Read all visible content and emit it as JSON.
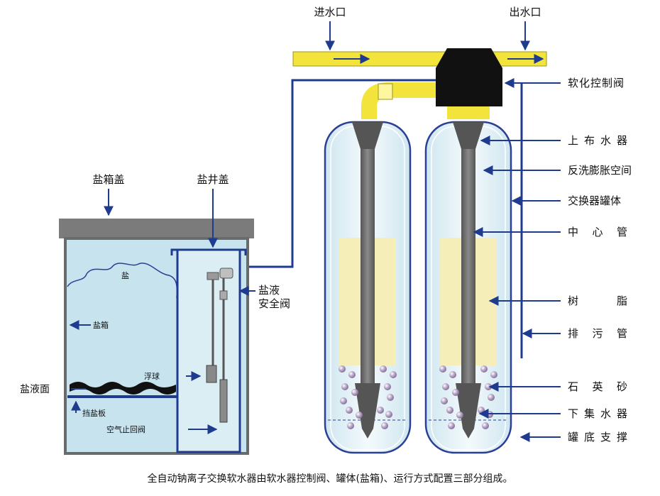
{
  "labels": {
    "inlet": "进水口",
    "outlet": "出水口",
    "control_valve": "软化控制阀",
    "upper_distributor": "上布水器",
    "backwash_space": "反洗膨胀空间",
    "tank_body": "交换器罐体",
    "center_pipe": "中心管",
    "resin": "树脂",
    "drain_pipe": "排污管",
    "quartz_sand": "石英砂",
    "lower_collector": "下集水器",
    "tank_support": "罐底支撑",
    "brine_tank_lid": "盐箱盖",
    "brine_well_lid": "盐井盖",
    "brine_safety_valve_line1": "盐液",
    "brine_safety_valve_line2": "安全阀",
    "salt": "盐",
    "brine_box": "盐箱",
    "float": "浮球",
    "brine_level": "盐液面",
    "salt_plate": "挡盐板",
    "air_check_valve": "空气止回阀"
  },
  "caption": "全自动钠离子交换软水器由软水器控制阀、罐体(盐箱)、运行方式配置三部分组成。",
  "colors": {
    "arrow_blue": "#1f3b8f",
    "pipe_yellow": "#f2e43a",
    "resin_fill": "#f5eeb8",
    "water_fill": "#c7e4ee",
    "valve_black": "#111111",
    "lid_gray": "#7b7b7b",
    "center_pipe_gray": "#6a6a6a"
  }
}
